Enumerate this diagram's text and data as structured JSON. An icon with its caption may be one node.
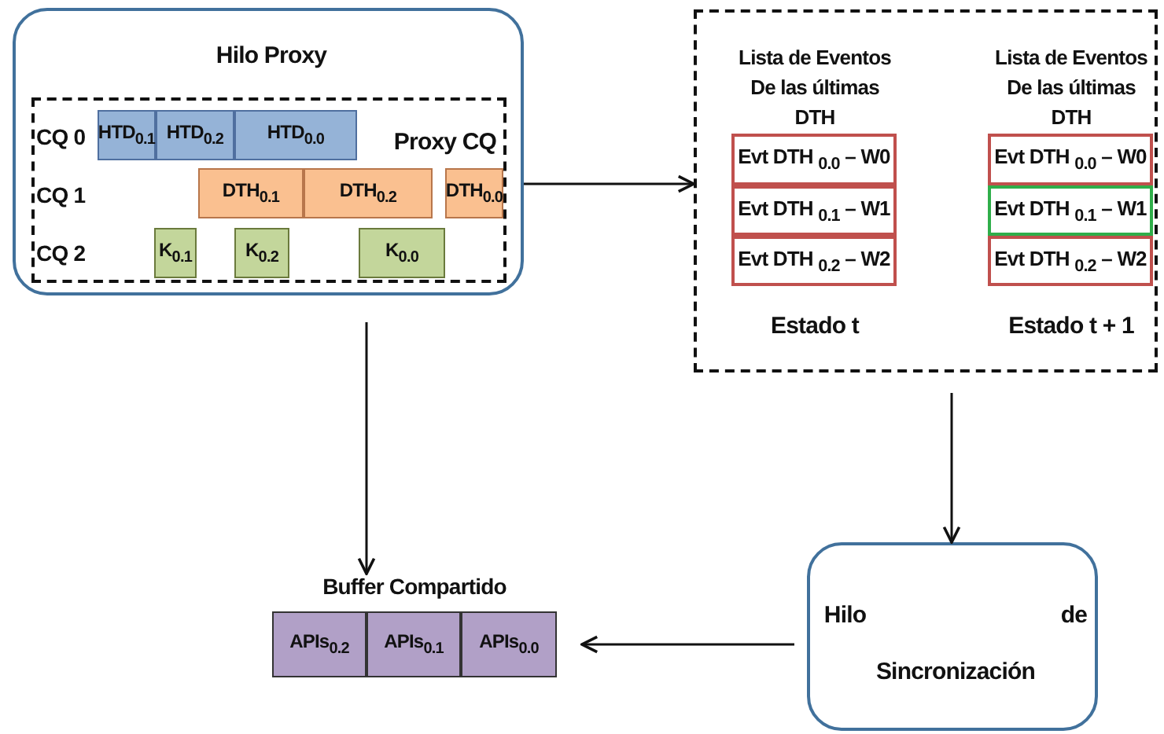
{
  "diagram": {
    "nodes": [
      {
        "text": [
          "Hilo Proxy"
        ]
      },
      {
        "text": [
          "Proxy CQ"
        ],
        "in": 0
      },
      {
        "text": [
          "HTD$_{0.1}$"
        ],
        "in": 1
      },
      {
        "text": [
          "HTD$_{0.2}$"
        ],
        "in": 1
      },
      {
        "text": [
          "HTD$_{0.0}$"
        ],
        "in": 1
      },
      {
        "text": [
          "DTH$_{0.1}$"
        ],
        "in": 1
      },
      {
        "text": [
          "DTH$_{0.2}$"
        ],
        "in": 1
      },
      {
        "text": [
          "DTH$_{0.0}$"
        ],
        "in": 1
      },
      {
        "text": [
          "K$_{0.1}$"
        ],
        "in": 1
      },
      {
        "text": [
          "K$_{0.2}$"
        ],
        "in": 1
      },
      {
        "text": [
          "K$_{0.0}$"
        ],
        "in": 1
      },
      {
        "text": [],
        "shape": "box"
      },
      {
        "text": [
          "Lista de Eventos De las últimas DTH"
        ],
        "beside": [
          "Estado t"
        ],
        "in": 11
      },
      {
        "text": [
          "Evt DTH $_{0.0}$ – W0"
        ],
        "in": 12
      },
      {
        "text": [
          "Evt DTH $_{0.1}$ – W1"
        ],
        "in": 12
      },
      {
        "text": [
          "Evt DTH $_{0.2}$ – W2"
        ],
        "in": 12
      },
      {
        "text": [
          "Lista de Eventos De las últimas DTH"
        ],
        "beside": [
          "Estado t + 1"
        ],
        "in": 11
      },
      {
        "text": [
          "Evt DTH $_{0.0}$ – W0"
        ],
        "in": 16
      },
      {
        "text": [
          "Evt DTH $_{0.1}$ – W1"
        ],
        "in": 16
      },
      {
        "text": [
          "Evt DTH $_{0.2}$ – W2"
        ],
        "in": 16
      },
      {
        "text": [
          "Buffer Compartido"
        ]
      },
      {
        "text": [
          "APIs$_{0.2}$"
        ],
        "in": 20
      },
      {
        "text": [
          "APIs$_{0.1}$"
        ],
        "in": 20
      },
      {
        "text": [
          "APIs$_{0.0}$"
        ],
        "in": 20
      },
      {
        "text": [
          "Hilo de Sincronización"
        ]
      }
    ],
    "edges": [
      {
        "from": 0,
        "to": 11,
        "arrow": "to"
      },
      {
        "from": 0,
        "to": 20,
        "arrow": "to"
      },
      {
        "from": 11,
        "to": 24,
        "arrow": "to"
      },
      {
        "from": 24,
        "to": 20,
        "arrow": "to"
      }
    ],
    "labels": [
      "CQ 0",
      "CQ 1",
      "CQ 2"
    ]
  }
}
